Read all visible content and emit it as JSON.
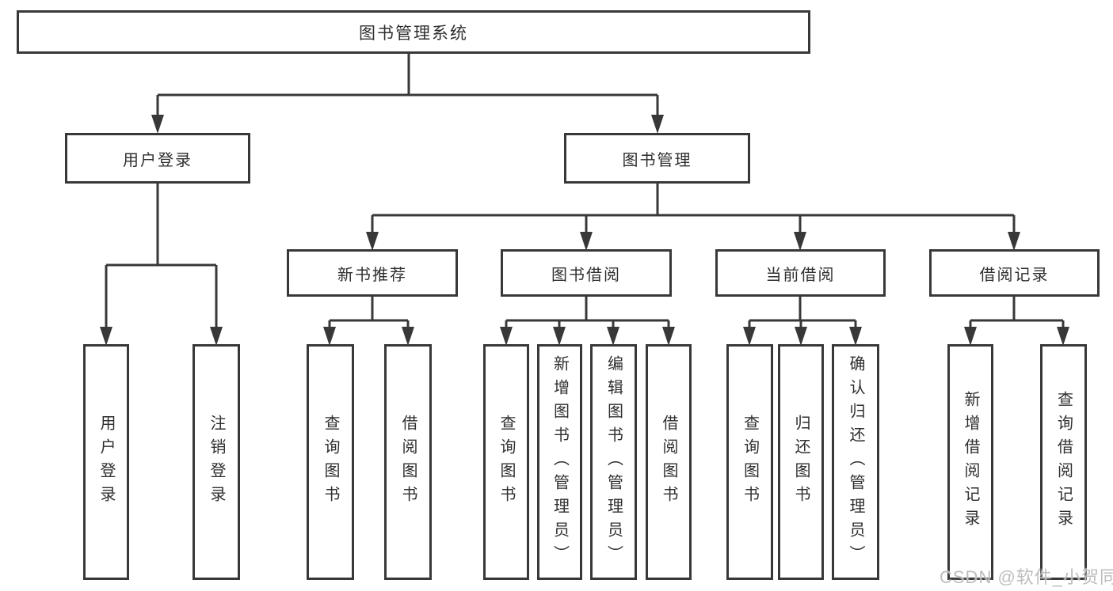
{
  "diagram": {
    "watermark": "CSDN @软件_小贺同学",
    "colors": {
      "line": "#383838",
      "box_border": "#383838",
      "box_background": "#ffffff",
      "text": "#2f2f2f",
      "watermark": "#b9b9b9"
    }
  },
  "nodes": {
    "root": {
      "label": "图书管理系统"
    },
    "level2": [
      {
        "label": "用户登录"
      },
      {
        "label": "图书管理"
      }
    ],
    "level3": [
      {
        "label": "新书推荐"
      },
      {
        "label": "图书借阅"
      },
      {
        "label": "当前借阅"
      },
      {
        "label": "借阅记录"
      }
    ],
    "leaves": {
      "user_login": [
        {
          "label": "用户登录"
        },
        {
          "label": "注销登录"
        }
      ],
      "new_books": [
        {
          "label": "查询图书"
        },
        {
          "label": "借阅图书"
        }
      ],
      "book_borrow": [
        {
          "label": "查询图书"
        },
        {
          "label": "新增图书（管理员）"
        },
        {
          "label": "编辑图书（管理员）"
        },
        {
          "label": "借阅图书"
        }
      ],
      "current_borrow": [
        {
          "label": "查询图书"
        },
        {
          "label": "归还图书"
        },
        {
          "label": "确认归还（管理员）"
        }
      ],
      "borrow_records": [
        {
          "label": "新增借阅记录"
        },
        {
          "label": "查询借阅记录"
        }
      ]
    }
  }
}
